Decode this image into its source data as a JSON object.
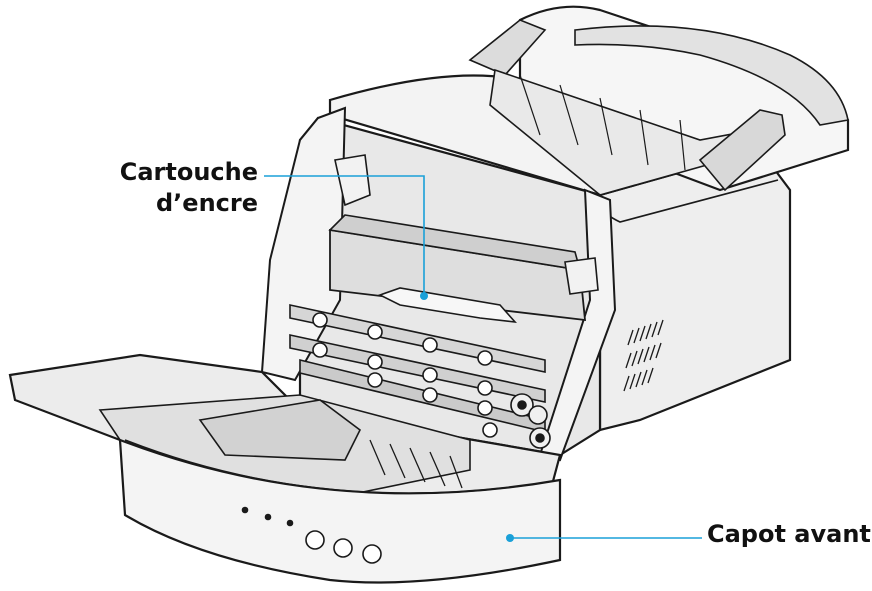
{
  "diagram": {
    "callouts": [
      {
        "id": "ink-cartridge",
        "lines": [
          "Cartouche",
          "d’encre"
        ]
      },
      {
        "id": "front-cover",
        "lines": [
          "Capot avant"
        ]
      }
    ],
    "colors": {
      "leader_line": "#1aa0d8",
      "outline": "#1a1a1a",
      "body_fill": "#f2f2f2",
      "shade_fill": "#d4d4d4",
      "interior_fill": "#e6e6e6"
    }
  }
}
